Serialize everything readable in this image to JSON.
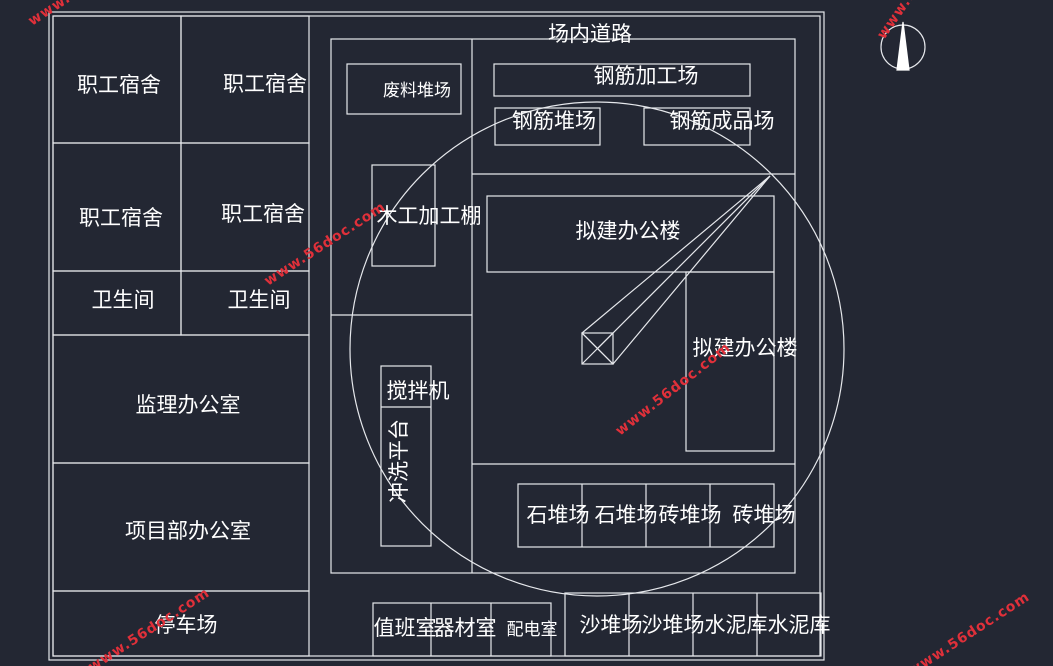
{
  "labels": {
    "road": "场内道路",
    "dorm1": "职工宿舍",
    "dorm2": "职工宿舍",
    "dorm3": "职工宿舍",
    "dorm4": "职工宿舍",
    "wc1": "卫生间",
    "wc2": "卫生间",
    "supervision_office": "监理办公室",
    "project_office": "项目部办公室",
    "parking": "停车场",
    "waste_yard": "废料堆场",
    "rebar_processing": "钢筋加工场",
    "rebar_yard": "钢筋堆场",
    "rebar_product_yard": "钢筋成品场",
    "carpentry_shed": "木工加工棚",
    "building_top": "拟建办公楼",
    "building_right": "拟建办公楼",
    "mixer": "搅拌机",
    "wash_platform": "冲洗平台",
    "stone_yard1": "石堆场",
    "stone_yard2": "石堆场",
    "brick_yard1": "砖堆场",
    "brick_yard2": "砖堆场",
    "duty_room": "值班室",
    "equipment_room": "器材室",
    "power_room": "配电室",
    "sand_yard1": "沙堆场",
    "sand_yard2": "沙堆场",
    "cement_store1": "水泥库",
    "cement_store2": "水泥库"
  },
  "watermark": "www.56doc.com",
  "colors": {
    "background": "#232733",
    "lines": "#e6e8ec",
    "text": "#ffffff",
    "watermark": "#e0303a"
  }
}
